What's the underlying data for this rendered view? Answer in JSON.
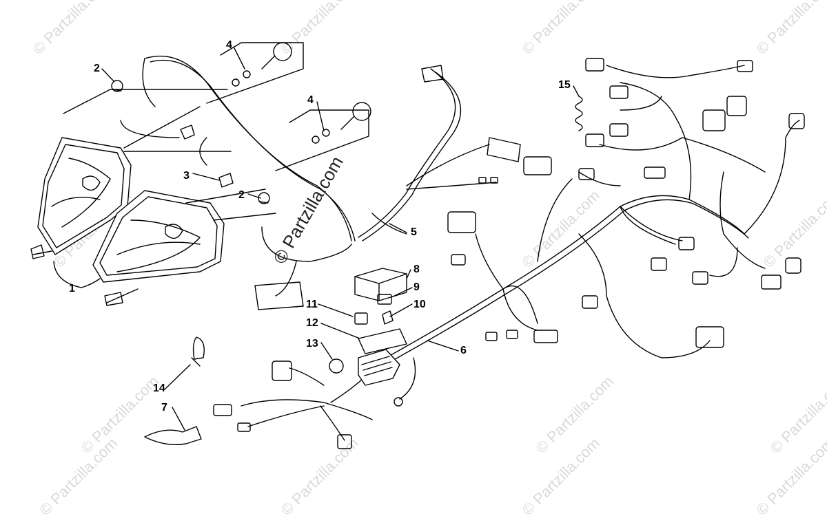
{
  "watermarks": {
    "small_text": "© Partzilla.com",
    "main_text": "© Partzilla.com"
  },
  "callouts": [
    "1",
    "2",
    "2",
    "3",
    "4",
    "4",
    "5",
    "6",
    "7",
    "8",
    "9",
    "10",
    "11",
    "12",
    "13",
    "14",
    "15"
  ]
}
